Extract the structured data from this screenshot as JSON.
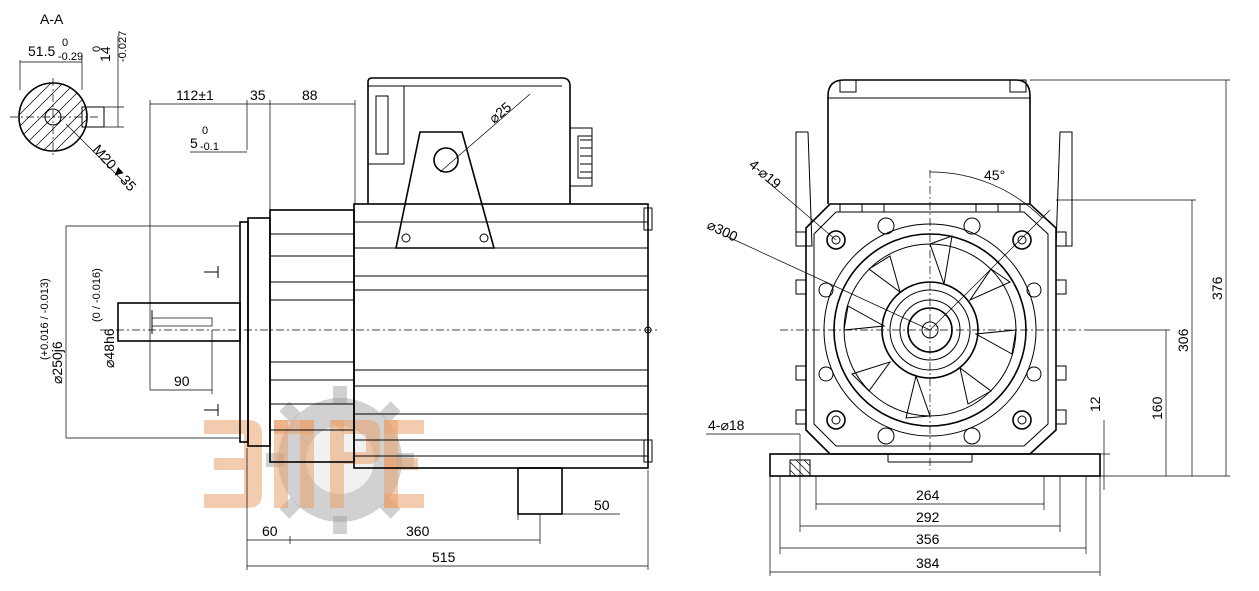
{
  "section": {
    "title": "A-A",
    "width_dim": "51.5",
    "width_tol": "-0.29",
    "width_tol_upper": "0",
    "key_dim": "14",
    "key_tol": "-0.027",
    "key_tol_upper": "0",
    "thread": "M20▼35"
  },
  "side_view": {
    "top_dims": [
      "112±1",
      "35",
      "88"
    ],
    "offset_dim": "5",
    "offset_tol": "-0.1",
    "offset_tol_upper": "0",
    "flange_dia": "⌀250j6",
    "flange_tol": "(+0.016 / -0.013)",
    "shaft_dia": "⌀48h6",
    "shaft_tol": "(0 / -0.016)",
    "shaft_len": "90",
    "pivot_dia": "⌀25",
    "bottom_dims": [
      "60",
      "360",
      "50"
    ],
    "total_length": "515"
  },
  "front_view": {
    "bolt_holes": "4-⌀19",
    "pcd": "⌀300",
    "angle": "45°",
    "foot_holes": "4-⌀18",
    "height_total": "376",
    "height_center": "306",
    "center_height": "160",
    "foot_thickness": "12",
    "widths": [
      "264",
      "292",
      "356",
      "384"
    ]
  },
  "watermark": {
    "text": "ЭЛРЕ"
  }
}
